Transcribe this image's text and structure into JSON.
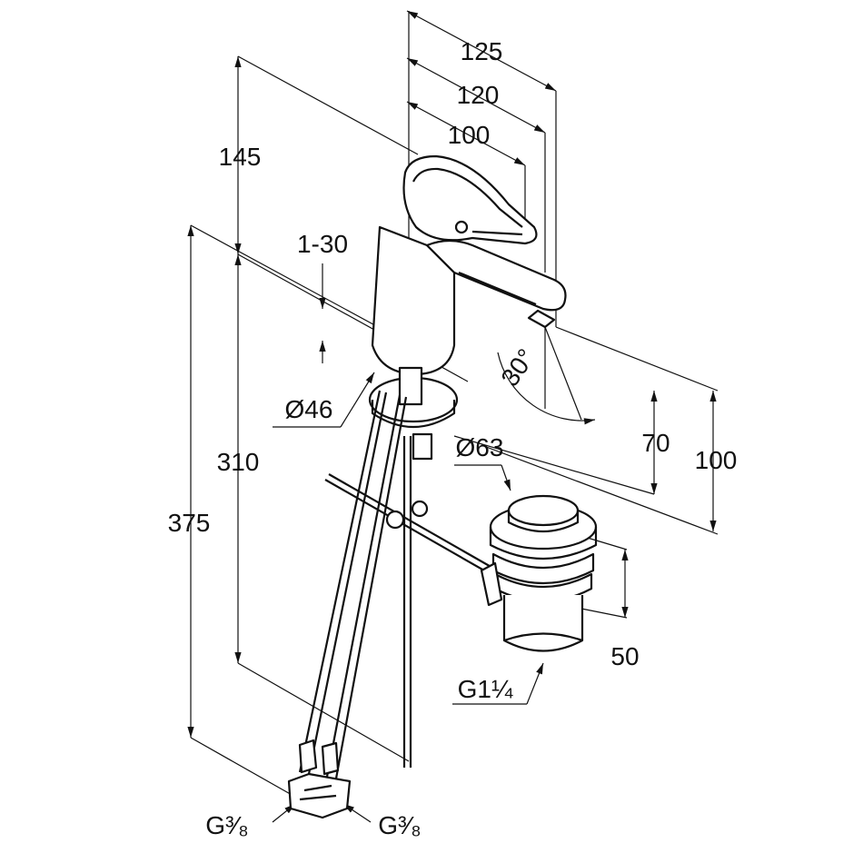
{
  "drawing": {
    "subject": "basin-mixer-technical-drawing",
    "dimensions": {
      "d125": "125",
      "d120": "120",
      "d100_top": "100",
      "d145": "145",
      "d1_30": "1-30",
      "d46": "Ø46",
      "d310": "310",
      "d375": "375",
      "d63": "Ø63",
      "d30deg": "30°",
      "d70": "70",
      "d100_right": "100",
      "d50": "50",
      "g114": "G1¼",
      "g38_left": "G³⁄₈",
      "g38_right": "G³⁄₈"
    }
  }
}
